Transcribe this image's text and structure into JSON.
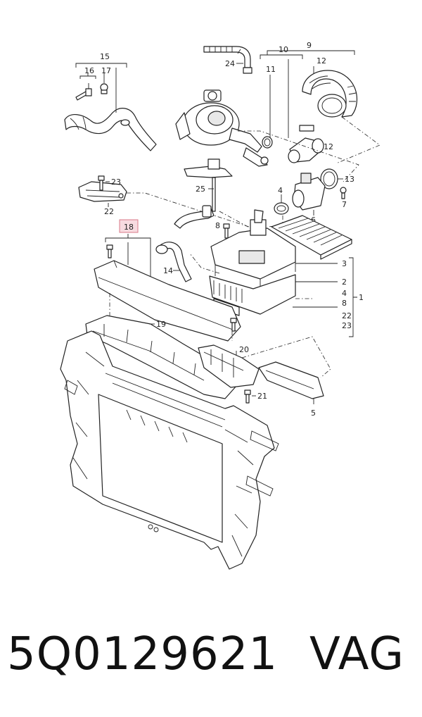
{
  "diagram": {
    "callouts": {
      "c1": "1",
      "c2": "2",
      "c3": "3",
      "c4a": "4",
      "c4b": "4",
      "c5": "5",
      "c6": "6",
      "c7": "7",
      "c8a": "8",
      "c8b": "8",
      "c9": "9",
      "c10": "10",
      "c11": "11",
      "c12a": "12",
      "c12b": "12",
      "c13": "13",
      "c14": "14",
      "c15": "15",
      "c16": "16",
      "c17": "17",
      "c18": "18",
      "c19": "19",
      "c20": "20",
      "c21": "21",
      "c22a": "22",
      "c22b": "22",
      "c23a": "23",
      "c23b": "23",
      "c24": "24",
      "c25": "25"
    },
    "highlighted_callout": "18",
    "highlight_color": "#f7dbe0"
  },
  "footer": {
    "part_number": "5Q0129621",
    "brand": "VAG"
  }
}
